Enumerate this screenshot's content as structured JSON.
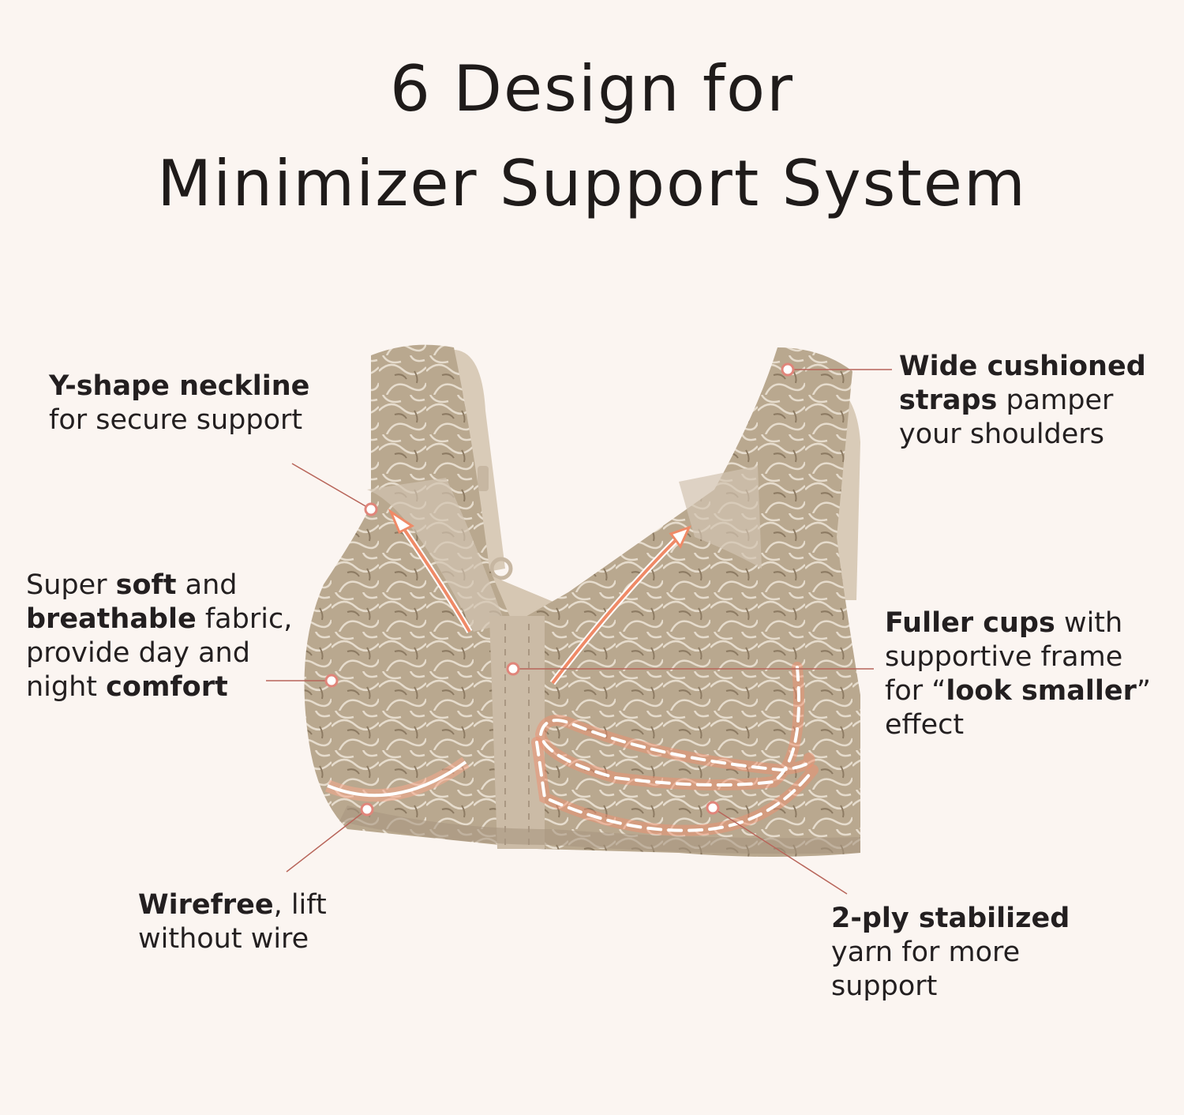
{
  "title": {
    "line1": "6 Design for",
    "line2": "Minimizer Support System"
  },
  "callouts": {
    "neckline": {
      "bold": "Y-shape neckline",
      "rest": "for secure support"
    },
    "soft": {
      "l1a": "Super ",
      "l1b": "soft",
      "l1c": " and",
      "l2a": "breathable",
      "l2b": " fabric,",
      "l3": "provide day and",
      "l4a": "night ",
      "l4b": "comfort"
    },
    "wirefree": {
      "bold": "Wirefree",
      "rest1": ", lift",
      "rest2": "without wire"
    },
    "straps": {
      "l1": "Wide cushioned",
      "l2a": "straps",
      "l2b": " pamper",
      "l3": "your shoulders"
    },
    "cups": {
      "l1a": "Fuller cups",
      "l1b": " with",
      "l2": "supportive frame",
      "l3a": "for  “",
      "l3b": "look smaller",
      "l3c": "”",
      "l4": "effect"
    },
    "ply": {
      "bold": "2-ply stabilized",
      "l2": "yarn for more",
      "l3": "support"
    }
  },
  "colors": {
    "background": "#fbf5f1",
    "fabric": "#b7a58e",
    "highlight": "#ee7d5a",
    "text": "#231f20"
  }
}
